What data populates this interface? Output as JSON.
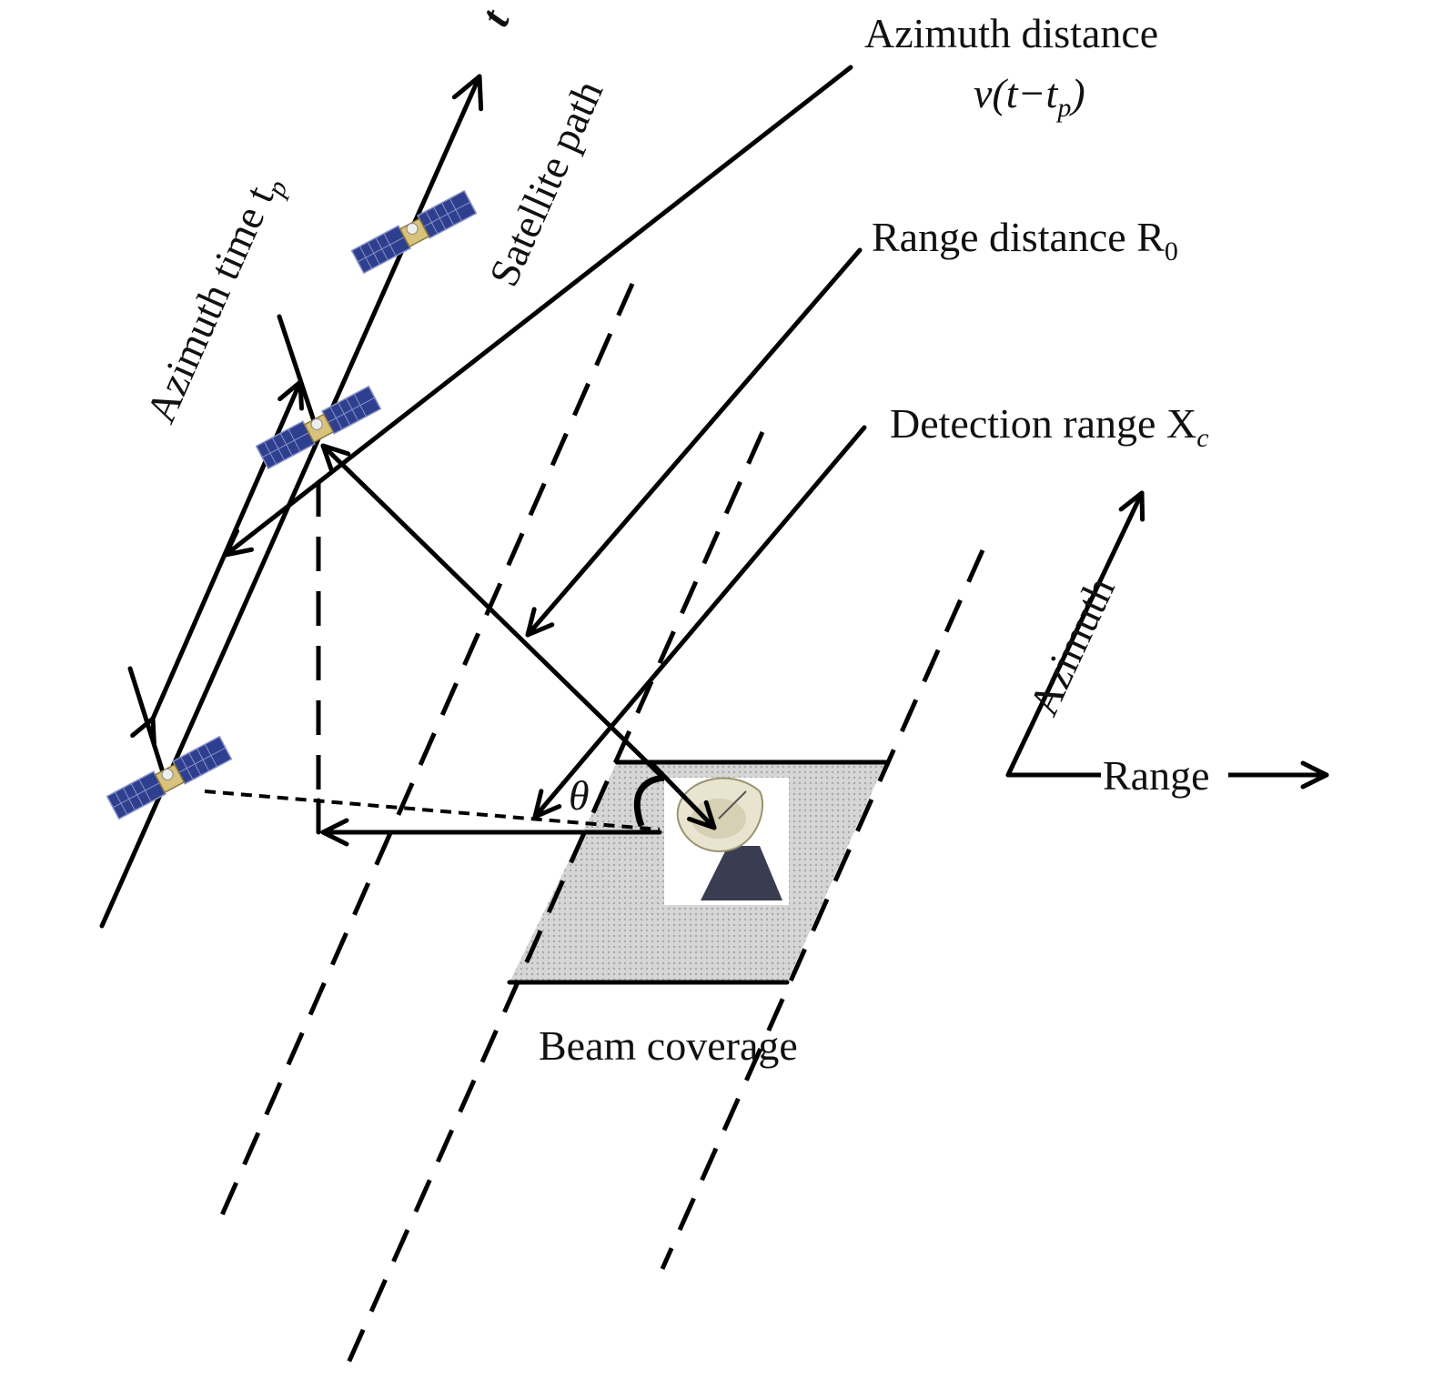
{
  "labels": {
    "t_axis": "t",
    "azimuth_time": "Azimuth time t",
    "azimuth_time_sub": "p",
    "satellite_path": "Satellite path",
    "azimuth_distance": "Azimuth distance",
    "azimuth_distance_formula_head": "v(t−t",
    "azimuth_distance_formula_sub": "p",
    "azimuth_distance_formula_tail": ")",
    "range_distance": "Range distance R",
    "range_distance_sub": "0",
    "detection_range": "Detection range X",
    "detection_range_sub": "c",
    "theta": "θ",
    "beam_coverage": "Beam coverage",
    "axis_azimuth": "Azimuth",
    "axis_range": "Range"
  },
  "colors": {
    "line": "#000000",
    "coverage_fill": "#cfcfcf",
    "solar_panel": "#2f3f8f",
    "satellite_body": "#d9c27a",
    "dish": "#e8e4d0",
    "dish_base": "#3a3d52"
  },
  "icons": {
    "satellite": "satellite-icon",
    "radar": "radar-dish-icon"
  }
}
